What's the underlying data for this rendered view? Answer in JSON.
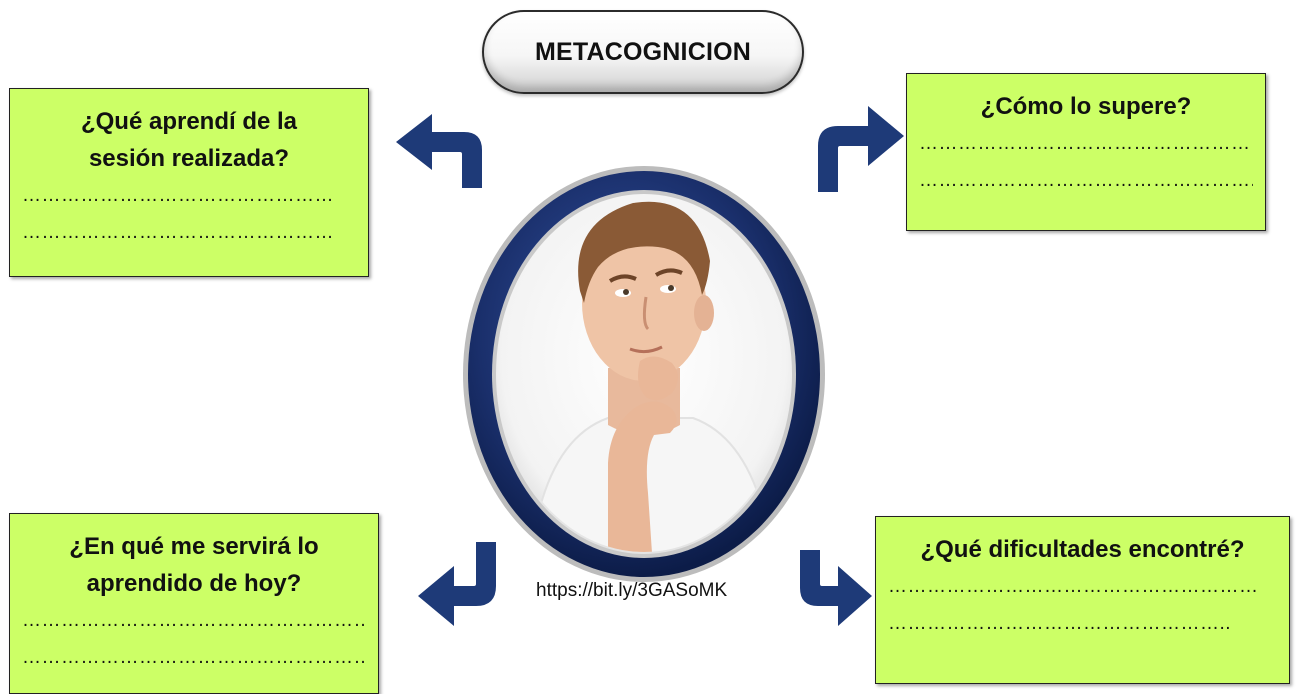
{
  "title": "METACOGNICION",
  "questions": {
    "top_left": {
      "lines": [
        "¿Qué aprendí de la",
        "sesión realizada?"
      ],
      "answer_lines": [
        "…………………………………………",
        "…………………………………………"
      ]
    },
    "top_right": {
      "lines": [
        "¿Cómo lo supere?"
      ],
      "answer_lines": [
        "………………………………………………",
        "…………………………………………….."
      ]
    },
    "bottom_left": {
      "lines": [
        "¿En qué me servirá lo",
        "aprendido de hoy?"
      ],
      "answer_lines": [
        "…………………………………………………",
        "……………………………………………….."
      ]
    },
    "bottom_right": {
      "lines": [
        "¿Qué dificultades encontré?"
      ],
      "answer_lines": [
        "…………………………………………………",
        "…………………………………………….."
      ]
    }
  },
  "link": "https://bit.ly/3GASoMK",
  "colors": {
    "box_fill": "#ccff66",
    "arrow_fill": "#1e3a78",
    "ring_fill": "#1a2f6b"
  },
  "icons": {
    "arrows": "curved-bent-arrow",
    "center": "thinking-person-portrait"
  }
}
